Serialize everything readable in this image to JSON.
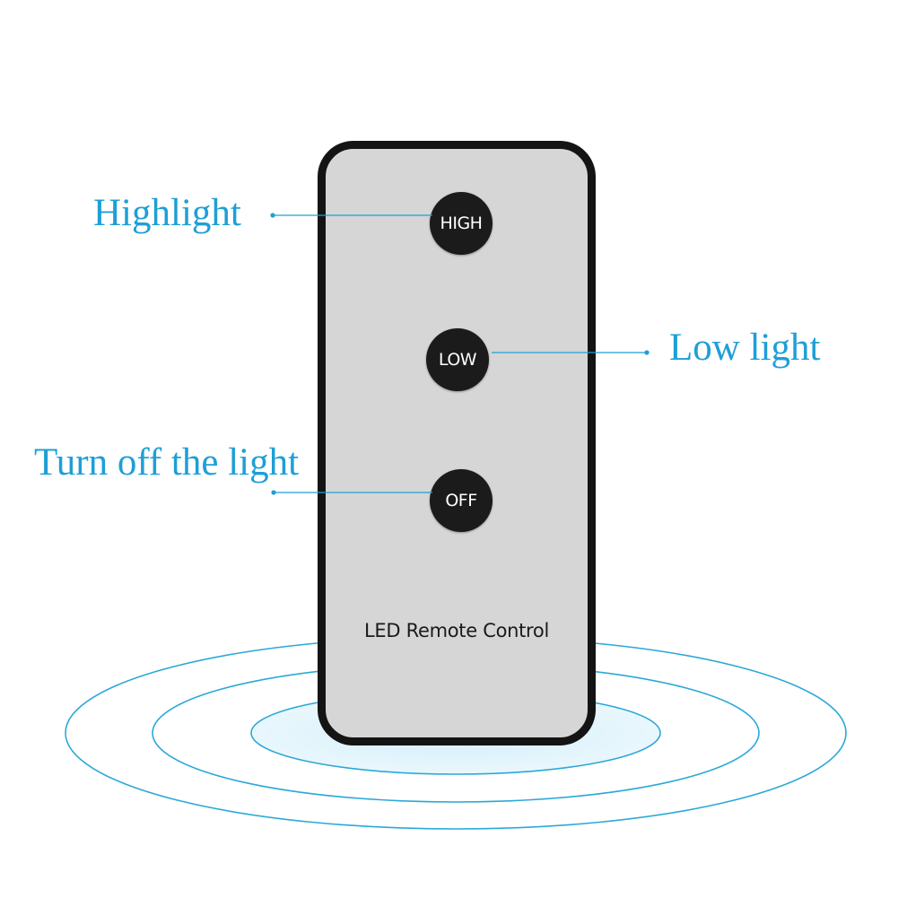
{
  "remote": {
    "caption": "LED Remote Control",
    "buttons": {
      "high": "HIGH",
      "low": "LOW",
      "off": "OFF"
    }
  },
  "callouts": {
    "high": "Highlight",
    "low": "Low light",
    "off": "Turn off the light"
  },
  "colors": {
    "accent": "#1e9fd6",
    "remote_body": "#d6d6d6",
    "remote_border": "#141414",
    "button": "#1b1b1b",
    "ripple": "#2aa8d8"
  },
  "icons": {
    "signal": "signal-waves-icon"
  }
}
